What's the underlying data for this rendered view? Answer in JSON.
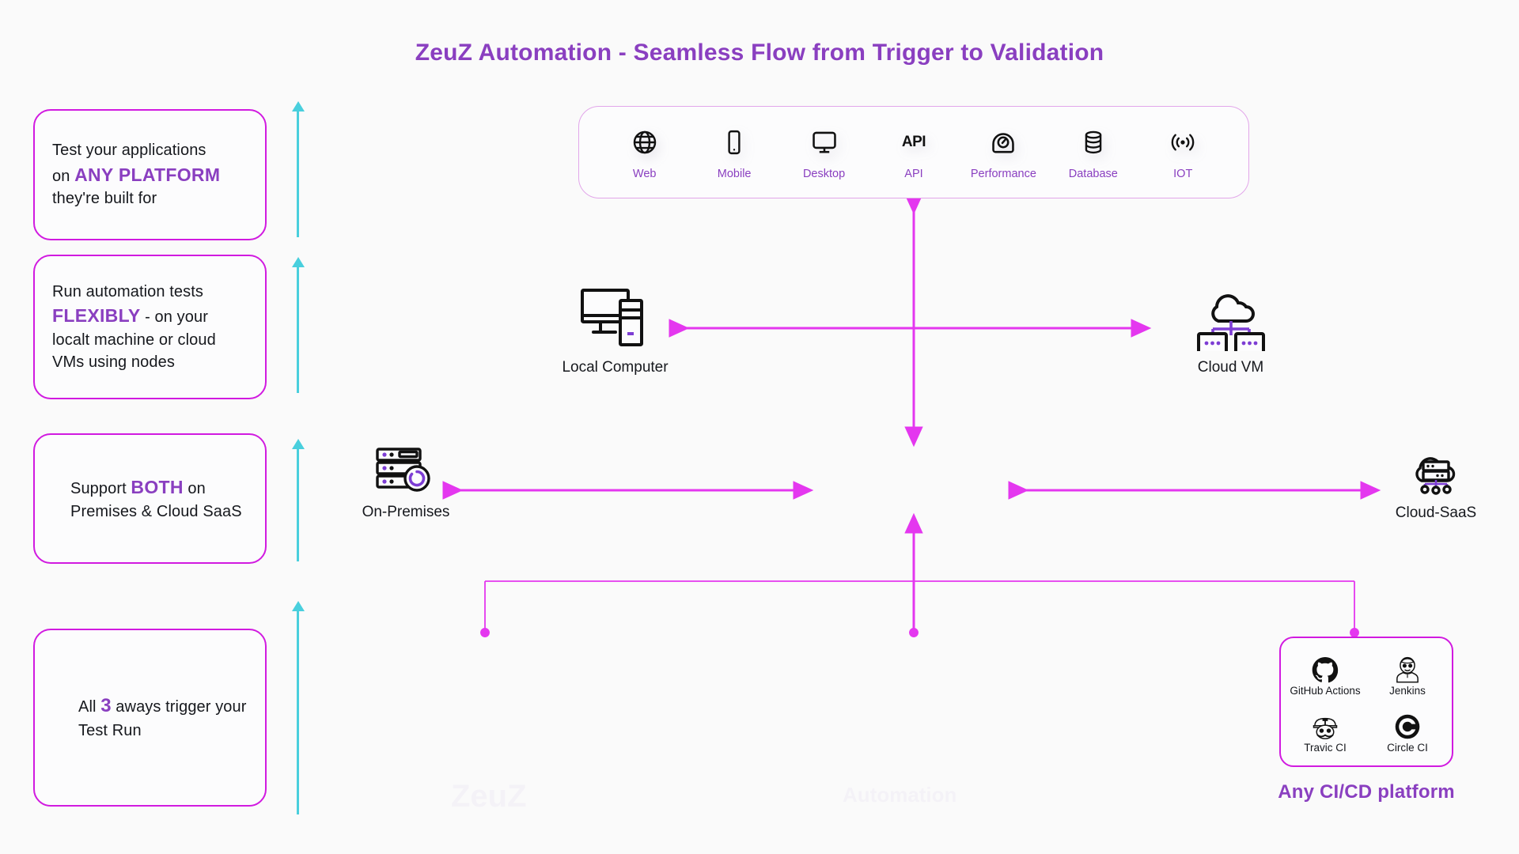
{
  "page": {
    "title": "ZeuZ Automation - Seamless Flow from Trigger to Validation",
    "background": "#fafafa",
    "accent_purple": "#8a3fc0",
    "accent_magenta": "#d11ae0",
    "accent_cyan": "#49cfdd"
  },
  "features": [
    {
      "id": "any-platform",
      "parts": [
        {
          "text": "Test your applications",
          "style": "plain"
        },
        {
          "text": "on ",
          "style": "plain"
        },
        {
          "text": "ANY PLATFORM",
          "style": "highlight"
        },
        {
          "text": " they're built for",
          "style": "plain"
        }
      ],
      "plain_text": "Test your applications on ANY PLATFORM they're built for"
    },
    {
      "id": "flexibly",
      "parts": [
        {
          "text": "Run automation tests",
          "style": "plain"
        },
        {
          "text": "FLEXIBLY",
          "style": "highlight"
        },
        {
          "text": " - on your localt machine or cloud VMs using nodes",
          "style": "plain"
        }
      ],
      "plain_text": "Run automation tests FLEXIBLY - on your localt machine or cloud VMs using nodes"
    },
    {
      "id": "both-premises-cloud",
      "parts": [
        {
          "text": "Support ",
          "style": "plain"
        },
        {
          "text": "BOTH",
          "style": "highlight"
        },
        {
          "text": " on Premises & Cloud SaaS",
          "style": "plain"
        }
      ],
      "plain_text": "Support BOTH on Premises & Cloud SaaS"
    },
    {
      "id": "three-ways",
      "parts": [
        {
          "text": "All ",
          "style": "plain"
        },
        {
          "text": "3",
          "style": "highlight"
        },
        {
          "text": " aways trigger your Test Run",
          "style": "plain"
        }
      ],
      "plain_text": "All 3 aways trigger your Test Run"
    }
  ],
  "capabilities": [
    {
      "label": "Web",
      "icon": "globe-icon"
    },
    {
      "label": "Mobile",
      "icon": "mobile-phone-icon"
    },
    {
      "label": "Desktop",
      "icon": "monitor-icon"
    },
    {
      "label": "API",
      "icon": "api-text-icon"
    },
    {
      "label": "Performance",
      "icon": "gauge-icon"
    },
    {
      "label": "Database",
      "icon": "database-cylinder-icon"
    },
    {
      "label": "IOT",
      "icon": "signal-waves-icon"
    }
  ],
  "nodes": [
    {
      "id": "local-computer",
      "label": "Local Computer",
      "icon": "desktop-tower-icon"
    },
    {
      "id": "cloud-vm",
      "label": "Cloud VM",
      "icon": "cloud-vm-icon"
    },
    {
      "id": "on-premises",
      "label": "On-Premises",
      "icon": "server-rack-icon"
    },
    {
      "id": "cloud-saas",
      "label": "Cloud-SaaS",
      "icon": "cloud-server-icon"
    }
  ],
  "cicd": {
    "caption": "Any CI/CD platform",
    "platforms": [
      {
        "label": "GitHub Actions",
        "icon": "github-icon"
      },
      {
        "label": "Jenkins",
        "icon": "jenkins-butler-icon"
      },
      {
        "label": "Travic CI",
        "icon": "travis-ci-icon"
      },
      {
        "label": "Circle CI",
        "icon": "circleci-icon"
      }
    ]
  },
  "watermark": {
    "left": "ZeuZ",
    "right": "Automation"
  }
}
